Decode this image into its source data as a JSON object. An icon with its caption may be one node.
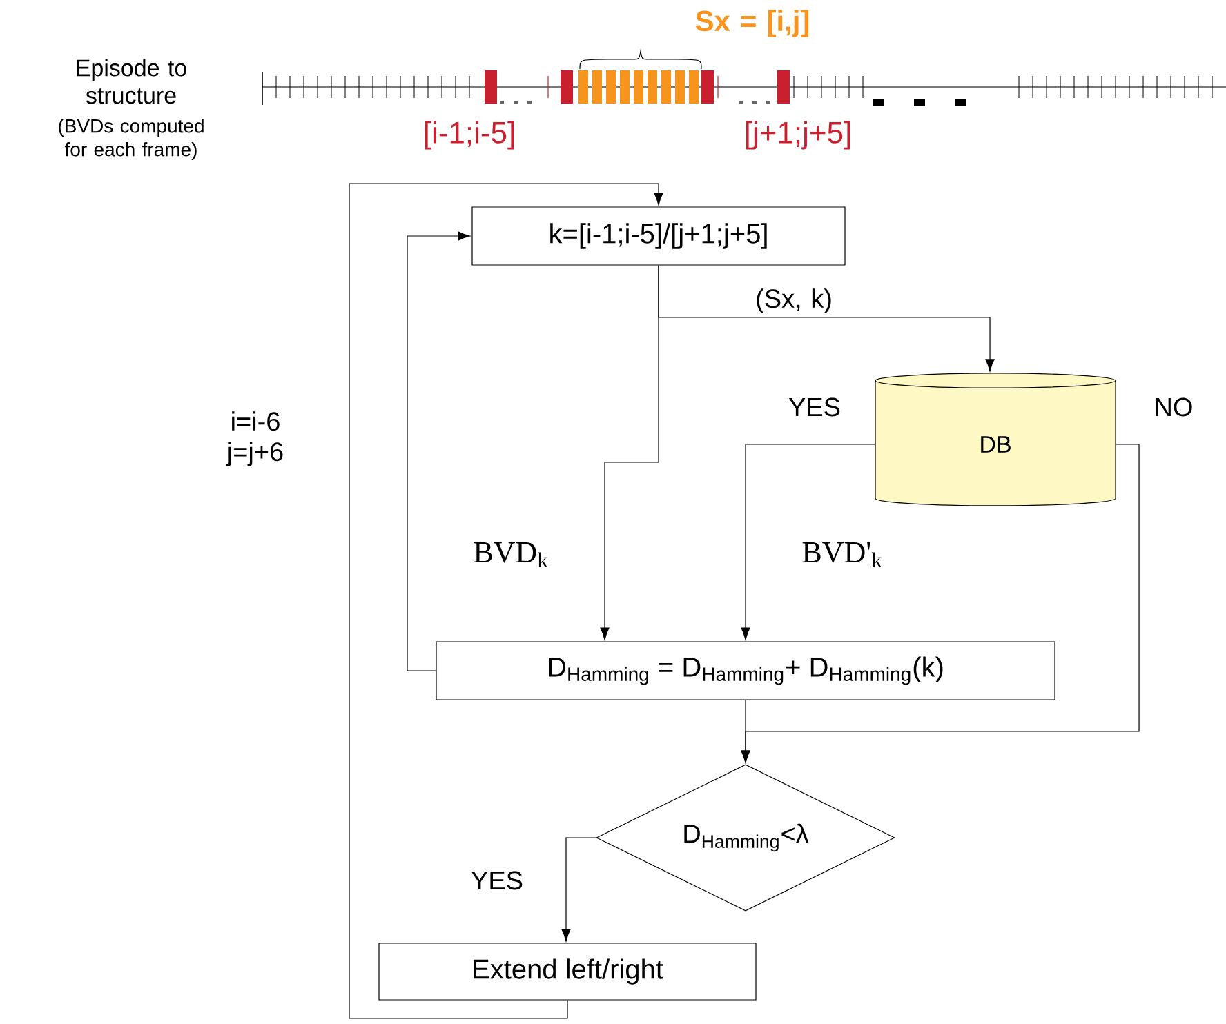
{
  "diagram": {
    "nodes": [
      {
        "text": [
          "k=[i-1;i-5]/[j+1;j+5]"
        ]
      },
      {
        "text": [
          "DB"
        ]
      },
      {
        "text": [
          "D$_{Hamming}$ = D$_{Hamming}$+ D$_{Hamming}$(k)"
        ]
      },
      {
        "text": [
          "D$_{Hamming}$<λ"
        ]
      },
      {
        "text": [
          "Extend left/right"
        ]
      }
    ],
    "edges": [
      {
        "from": 0,
        "to": 1,
        "arrow": "to",
        "label": "(Sx, k)"
      },
      {
        "from": 0,
        "to": 2,
        "arrow": "to",
        "label": "BVD$_{k}$"
      },
      {
        "from": 1,
        "to": 2,
        "arrow": "to",
        "label": "BVD'$_{k}$"
      },
      {
        "from": 1,
        "to": 3,
        "arrow": "to"
      },
      {
        "from": 2,
        "to": 3,
        "arrow": "to"
      },
      {
        "from": 3,
        "to": 4,
        "arrow": "to",
        "label": "YES"
      },
      {
        "from": 4,
        "to": 0,
        "arrow": "to",
        "label": "i=i-6 j=j+6"
      },
      {
        "from": 2,
        "to": 0,
        "arrow": "to"
      }
    ],
    "labels": [
      "Episode to structure",
      "(BVDs computed for each frame)",
      "Sx = [i,j]",
      "[i-1;i-5]",
      "[j+1;j+5]",
      "YES",
      "NO"
    ]
  }
}
